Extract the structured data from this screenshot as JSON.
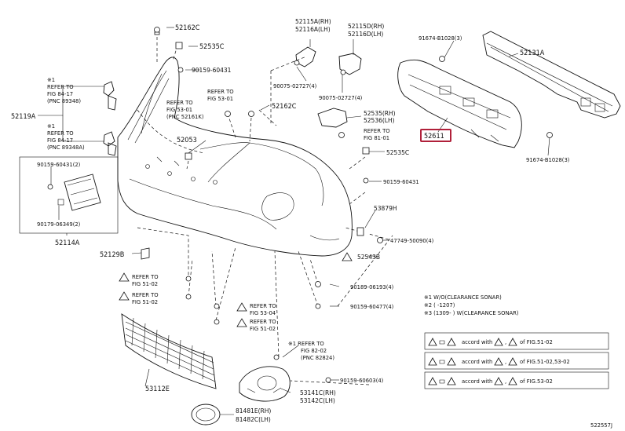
{
  "parts": {
    "p52162C_top": "52162C",
    "p52535C_top": "52535C",
    "p90159_60431_top": "90159-60431",
    "p52119A": "52119A",
    "p52115A": "52115A(RH)",
    "p52116A": "52116A(LH)",
    "p52115D": "52115D(RH)",
    "p52116D": "52116D(LH)",
    "p90075_left": "90075-02727(4)",
    "p90075_right": "90075-02727(4)",
    "p52162C_mid": "52162C",
    "p91674_top": "91674-B1028(3)",
    "p52131A": "52131A",
    "p52535": "52535(RH)",
    "p52536": "52536(LH)",
    "p52611": "52611",
    "p52535C_mid": "52535C",
    "p91674_bottom": "91674-B1028(3)",
    "p52053": "52053",
    "p90159_60431_right": "90159-60431",
    "p90159_60431_box": "90159-60431(2)",
    "p90179": "90179-06349(2)",
    "p52114A": "52114A",
    "p53879H": "53879H",
    "p47749": "47749-50090(4)",
    "p52543B": "52543B",
    "p52129B": "52129B",
    "p90189": "90189-06193(4)",
    "p90159_60477": "90159-60477(4)",
    "p53112E": "53112E",
    "p90159_60603": "90159-60603(4)",
    "p53141C": "53141C(RH)",
    "p53142C": "53142C(LH)",
    "p81481E": "81481E(RH)",
    "p81482C": "81482C(LH)"
  },
  "refs": {
    "r1_note": "※1",
    "r1_l1": "REFER TO",
    "r1_l2": "FIG 84-17",
    "r1_l3": "(PNC 89348)",
    "r2_note": "※1",
    "r2_l1": "REFER TO",
    "r2_l2": "FIG 84-17",
    "r2_l3": "(PNC 89348A)",
    "r3_l1": "REFER TO",
    "r3_l2": "FIG 53-01",
    "r4_l1": "REFER TO",
    "r4_l2": "FIG 53-01",
    "r4_l3": "(PNC 52161K)",
    "r5_l1": "REFER TO",
    "r5_l2": "FIG 81-01",
    "r6_l1": "REFER TO",
    "r6_l2": "FIG 51-02",
    "r7_l1": "REFER TO",
    "r7_l2": "FIG 51-02",
    "r8_l1": "REFER TO",
    "r8_l2": "FIG 53-04",
    "r9_l1": "REFER TO",
    "r9_l2": "FIG 51-02",
    "r10_l1": "※1 REFER TO",
    "r10_l2": "FIG 82-02",
    "r10_l3": "(PNC 82824)"
  },
  "notes": {
    "n1": "※1 W/O(CLEARANCE SONAR)",
    "n2": "※2 (      -1207)",
    "n3": "※3 (1309-      ) W(CLEARANCE SONAR)"
  },
  "legend": {
    "row1_accord": "accord with",
    "row1_of": "of FIG.51-02",
    "row2_accord": "accord with",
    "row2_of": "of FIG.51-02,53-02",
    "row3_accord": "accord with",
    "row3_of": "of FIG.53-02"
  },
  "footer": {
    "code": "522557J"
  }
}
